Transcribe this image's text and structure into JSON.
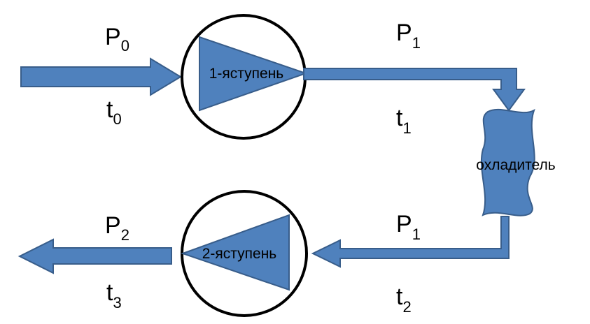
{
  "colors": {
    "fill": "#4f81bd",
    "stroke": "#385d8a",
    "circle_stroke": "#000000",
    "background": "#ffffff"
  },
  "stage1": {
    "label": "1-яступень"
  },
  "stage2": {
    "label": "2-яступень"
  },
  "cooler": {
    "label": "охладитель"
  },
  "labels": {
    "p0": {
      "main": "P",
      "sub": "0"
    },
    "t0": {
      "main": "t",
      "sub": "0"
    },
    "p1_top": {
      "main": "P",
      "sub": "1"
    },
    "t1": {
      "main": "t",
      "sub": "1"
    },
    "p1_bottom": {
      "main": "P",
      "sub": "1"
    },
    "t2": {
      "main": "t",
      "sub": "2"
    },
    "p2": {
      "main": "P",
      "sub": "2"
    },
    "t3": {
      "main": "t",
      "sub": "3"
    }
  }
}
